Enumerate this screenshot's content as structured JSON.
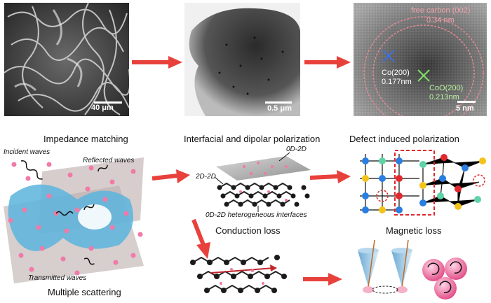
{
  "top": {
    "sem": {
      "scale": "40 μm"
    },
    "tem": {
      "scale": "0.5 μm"
    },
    "hrtem": {
      "carbon_label": "free carbon (002)",
      "carbon_spacing": "0.34 nm",
      "co_label": "Co(200)",
      "co_spacing": "0.177nm",
      "coo_label": "CoO(200)",
      "coo_spacing": "0.213nm",
      "scale": "5 nm"
    }
  },
  "sections": {
    "impedance": "Impedance matching",
    "interfacial": "Interfacial and dipolar polarization",
    "defect": "Defect induced  polarization",
    "conduction": "Conduction loss",
    "magnetic": "Magnetic loss",
    "scattering": "Multiple scattering"
  },
  "waves": {
    "incident": "Incident waves",
    "reflected": "Reflected waves",
    "transmitted": "Transmitted waves"
  },
  "interfaces": {
    "label_0d2d": "0D-2D",
    "label_2d2d": "2D-2D",
    "heterogeneous": "0D-2D heterogeneous interfaces"
  },
  "colors": {
    "arrow": "#e8413c",
    "pink": "#f07aa8",
    "blue_sheet": "#5ab4dd",
    "lattice_blue": "#2a7de1",
    "lattice_red": "#e0282e",
    "lattice_yellow": "#f4c31a",
    "lattice_green": "#5fd3a8"
  }
}
